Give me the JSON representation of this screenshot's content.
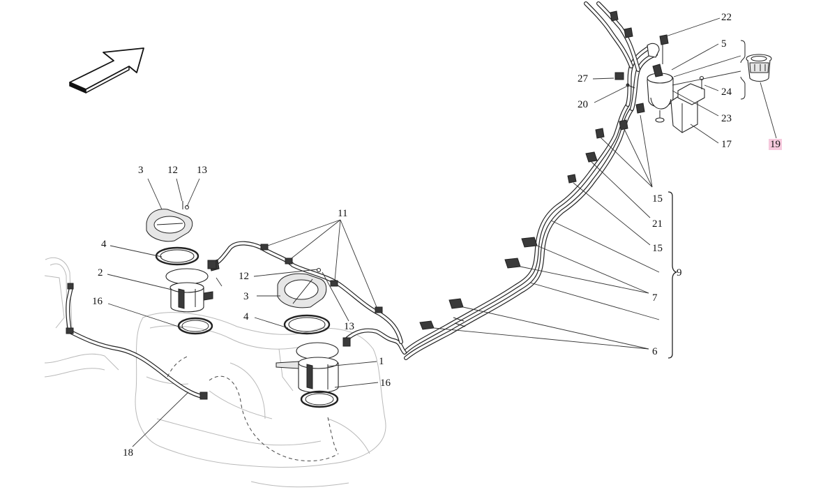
{
  "callouts": [
    {
      "id": "c22",
      "text": "22"
    },
    {
      "id": "c5",
      "text": "5"
    },
    {
      "id": "c27",
      "text": "27"
    },
    {
      "id": "c24",
      "text": "24"
    },
    {
      "id": "c20",
      "text": "20"
    },
    {
      "id": "c23",
      "text": "23"
    },
    {
      "id": "c17",
      "text": "17"
    },
    {
      "id": "c19",
      "text": "19",
      "highlighted": true
    },
    {
      "id": "c3a",
      "text": "3"
    },
    {
      "id": "c12a",
      "text": "12"
    },
    {
      "id": "c13a",
      "text": "13"
    },
    {
      "id": "c15a",
      "text": "15"
    },
    {
      "id": "c21",
      "text": "21"
    },
    {
      "id": "c15b",
      "text": "15"
    },
    {
      "id": "c9",
      "text": "9"
    },
    {
      "id": "c11",
      "text": "11"
    },
    {
      "id": "c4a",
      "text": "4"
    },
    {
      "id": "c2",
      "text": "2"
    },
    {
      "id": "c12b",
      "text": "12"
    },
    {
      "id": "c3b",
      "text": "3"
    },
    {
      "id": "c16a",
      "text": "16"
    },
    {
      "id": "c4b",
      "text": "4"
    },
    {
      "id": "c13b",
      "text": "13"
    },
    {
      "id": "c7",
      "text": "7"
    },
    {
      "id": "c6",
      "text": "6"
    },
    {
      "id": "c1",
      "text": "1"
    },
    {
      "id": "c16b",
      "text": "16"
    },
    {
      "id": "c18",
      "text": "18"
    }
  ],
  "colors": {
    "highlight": "#f6c9dd",
    "line": "#222222",
    "ghost": "#b9b9b9"
  },
  "icons": {
    "direction_arrow": "direction-arrow-icon"
  }
}
